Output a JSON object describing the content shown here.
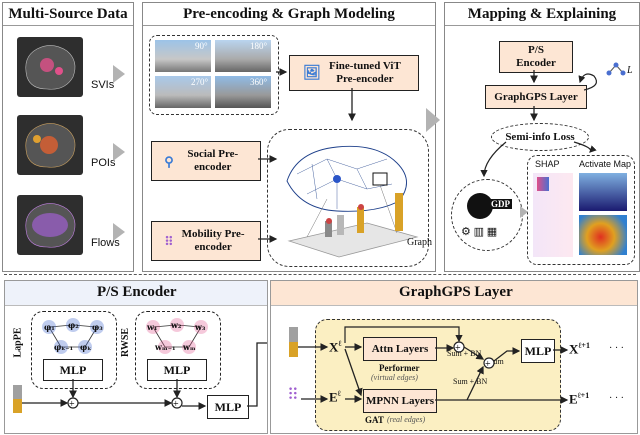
{
  "panels": {
    "multi_source": {
      "title": "Multi-Source Data",
      "labels": [
        "SVIs",
        "POIs",
        "Flows"
      ]
    },
    "pre_encoding": {
      "title": "Pre-encoding & Graph Modeling",
      "angles": [
        "90°",
        "180°",
        "270°",
        "360°"
      ],
      "vit": "Fine-tuned ViT Pre-encoder",
      "social": "Social Pre-encoder",
      "mobility": "Mobility Pre-encoder",
      "graph_label": "Graph"
    },
    "mapping": {
      "title": "Mapping & Explaining",
      "ps_encoder": "P/S Encoder",
      "graphgps": "GraphGPS Layer",
      "loss": "Semi-info Loss",
      "shap": "SHAP",
      "activate": "Activate Map",
      "gdp": "GDP",
      "layer_symbol": "L"
    },
    "ps_encoder_panel": {
      "title": "P/S Encoder",
      "lappe": "LapPE",
      "rwse": "RWSE",
      "mlp": "MLP"
    },
    "graphgps_panel": {
      "title": "GraphGPS Layer",
      "attn": "Attn Layers",
      "performer": "Performer",
      "virtual_edges": "(virtual edges)",
      "mpnn": "MPNN Layers",
      "gat": "GAT",
      "real_edges": "(real edges)",
      "sum_bn": "Sum + BN",
      "sum": "Sum",
      "mlp": "MLP",
      "ellipsis": "· · ·"
    }
  },
  "colors": {
    "accent": "#fde6d4",
    "gold": "#d9a227",
    "purple": "#a060d0",
    "pink": "#e0508a",
    "blue": "#4a6fd0"
  }
}
